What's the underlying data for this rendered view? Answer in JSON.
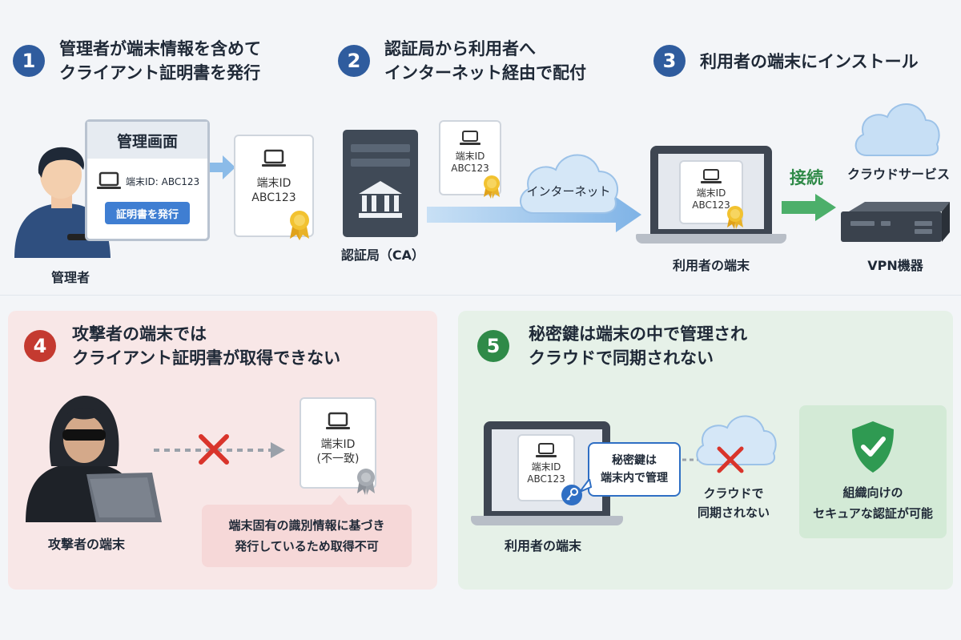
{
  "step1": {
    "number": "1",
    "title_line1": "管理者が端末情報を含めて",
    "title_line2": "クライアント証明書を発行",
    "panel_title": "管理画面",
    "device_id": "端末ID: ABC123",
    "issue_button": "証明書を発行",
    "admin_label": "管理者",
    "cert_id_line1": "端末ID",
    "cert_id_line2": "ABC123"
  },
  "step2": {
    "number": "2",
    "title_line1": "認証局から利用者へ",
    "title_line2": "インターネット経由で配付",
    "ca_label": "認証局（CA）",
    "cert_id_line1": "端末ID",
    "cert_id_line2": "ABC123",
    "internet_label": "インターネット"
  },
  "step3": {
    "number": "3",
    "title": "利用者の端末にインストール",
    "cert_id_line1": "端末ID",
    "cert_id_line2": "ABC123",
    "user_device_label": "利用者の端末",
    "connect_label": "接続",
    "cloud_service_label": "クラウドサービス",
    "vpn_label": "VPN機器"
  },
  "step4": {
    "number": "4",
    "title_line1": "攻撃者の端末では",
    "title_line2": "クライアント証明書が取得できない",
    "attacker_label": "攻撃者の端末",
    "cert_id_line1": "端末ID",
    "cert_id_line2": "(不一致)",
    "note_line1": "端末固有の識別情報に基づき",
    "note_line2": "発行しているため取得不可"
  },
  "step5": {
    "number": "5",
    "title_line1": "秘密鍵は端末の中で管理され",
    "title_line2": "クラウドで同期されない",
    "cert_id_line1": "端末ID",
    "cert_id_line2": "ABC123",
    "bubble_line1": "秘密鍵は",
    "bubble_line2": "端末内で管理",
    "user_device_label": "利用者の端末",
    "cloud_line1": "クラウドで",
    "cloud_line2": "同期されない",
    "secure_line1": "組織向けの",
    "secure_line2": "セキュアな認証が可能"
  },
  "colors": {
    "step_blue": "#2f5c9e",
    "step_red": "#c43a30",
    "step_green": "#2f8a48",
    "button_blue": "#3f7ed2",
    "arrow_blue": "#8bbbe8",
    "arrow_green": "#4caf6a",
    "cross_red": "#d9342b"
  }
}
